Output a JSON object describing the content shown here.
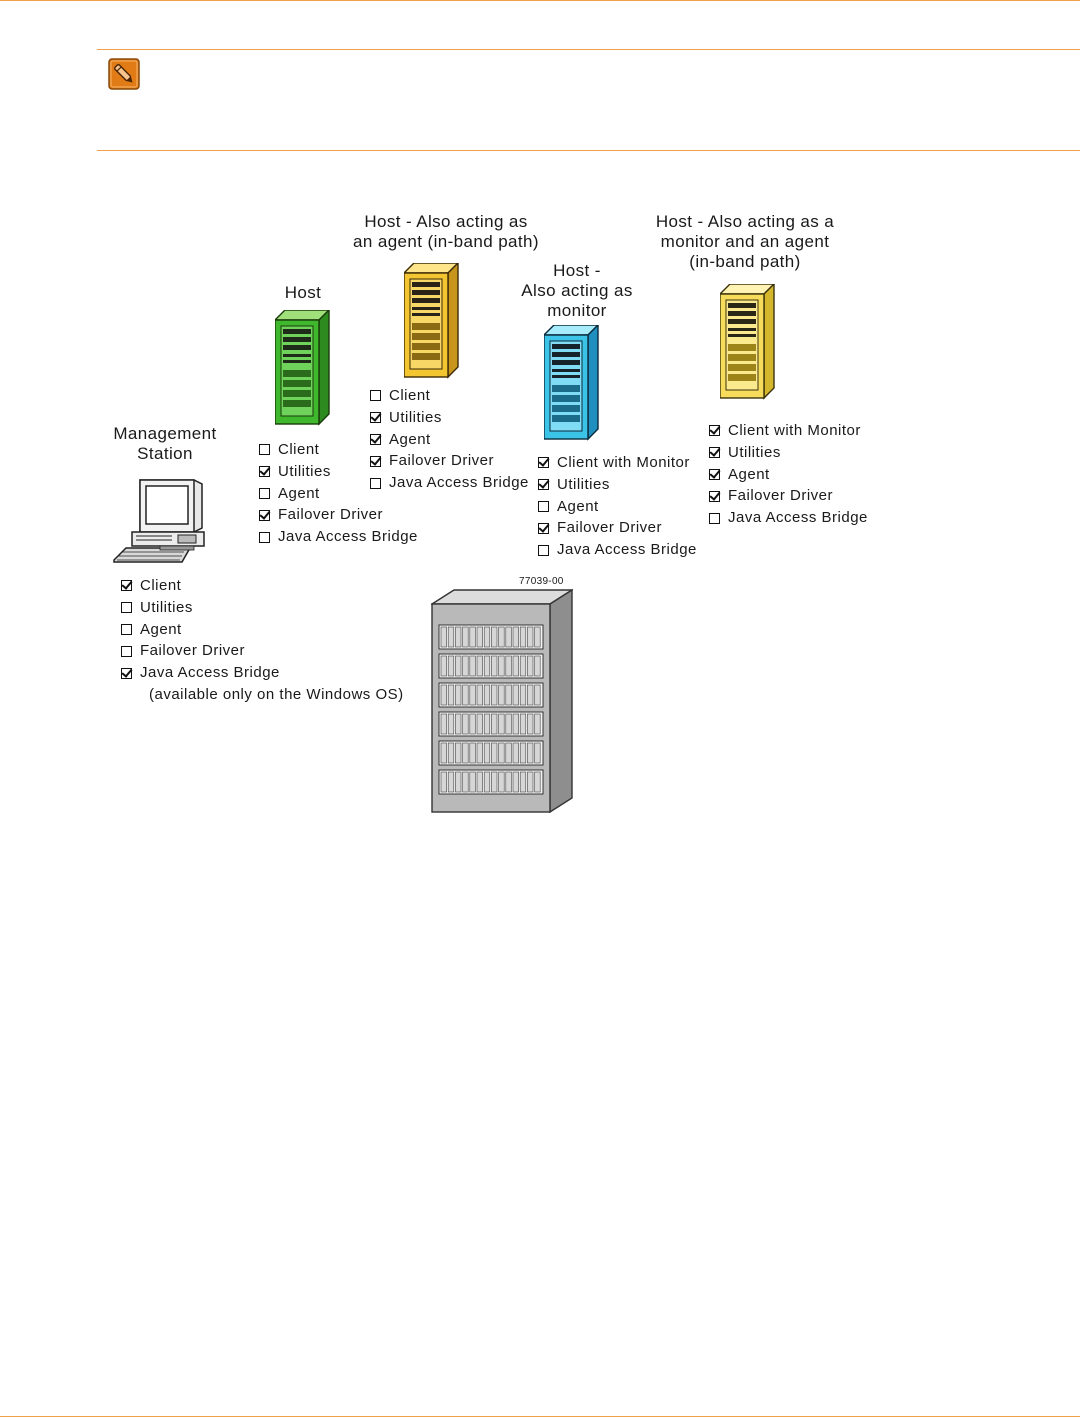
{
  "note": {
    "icon": "note-pencil-icon",
    "accent": "#e07b15"
  },
  "figure": {
    "figure_id": "77039-00",
    "management_station": {
      "label_lines": [
        "Management",
        "Station"
      ],
      "items": [
        {
          "label": "Client",
          "checked": true
        },
        {
          "label": "Utilities",
          "checked": false
        },
        {
          "label": "Agent",
          "checked": false
        },
        {
          "label": "Failover Driver",
          "checked": false
        },
        {
          "label": "Java Access Bridge",
          "checked": true
        }
      ],
      "footnote": "(available only on the Windows OS)"
    },
    "host": {
      "label_lines": [
        "Host"
      ],
      "color": "#3fb82e",
      "items": [
        {
          "label": "Client",
          "checked": false
        },
        {
          "label": "Utilities",
          "checked": true
        },
        {
          "label": "Agent",
          "checked": false
        },
        {
          "label": "Failover Driver",
          "checked": true
        },
        {
          "label": "Java Access Bridge",
          "checked": false
        }
      ]
    },
    "host_agent": {
      "label_lines": [
        "Host - Also acting as",
        "an agent (in-band path)"
      ],
      "color": "#f2c531",
      "items": [
        {
          "label": "Client",
          "checked": false
        },
        {
          "label": "Utilities",
          "checked": true
        },
        {
          "label": "Agent",
          "checked": true
        },
        {
          "label": "Failover Driver",
          "checked": true
        },
        {
          "label": "Java Access Bridge",
          "checked": false
        }
      ]
    },
    "host_monitor": {
      "label_lines": [
        "Host -",
        "Also acting as",
        "monitor"
      ],
      "color": "#3cc3e8",
      "items": [
        {
          "label": "Client with Monitor",
          "checked": true
        },
        {
          "label": "Utilities",
          "checked": true
        },
        {
          "label": "Agent",
          "checked": false
        },
        {
          "label": "Failover Driver",
          "checked": true
        },
        {
          "label": "Java Access Bridge",
          "checked": false
        }
      ]
    },
    "host_monitor_agent": {
      "label_lines": [
        "Host - Also acting as a",
        "monitor and an agent",
        "(in-band path)"
      ],
      "color": "#f7dc5c",
      "items": [
        {
          "label": "Client with Monitor",
          "checked": true
        },
        {
          "label": "Utilities",
          "checked": true
        },
        {
          "label": "Agent",
          "checked": true
        },
        {
          "label": "Failover Driver",
          "checked": true
        },
        {
          "label": "Java Access Bridge",
          "checked": false
        }
      ]
    },
    "storage": {
      "color": "#b9b9b9"
    }
  }
}
